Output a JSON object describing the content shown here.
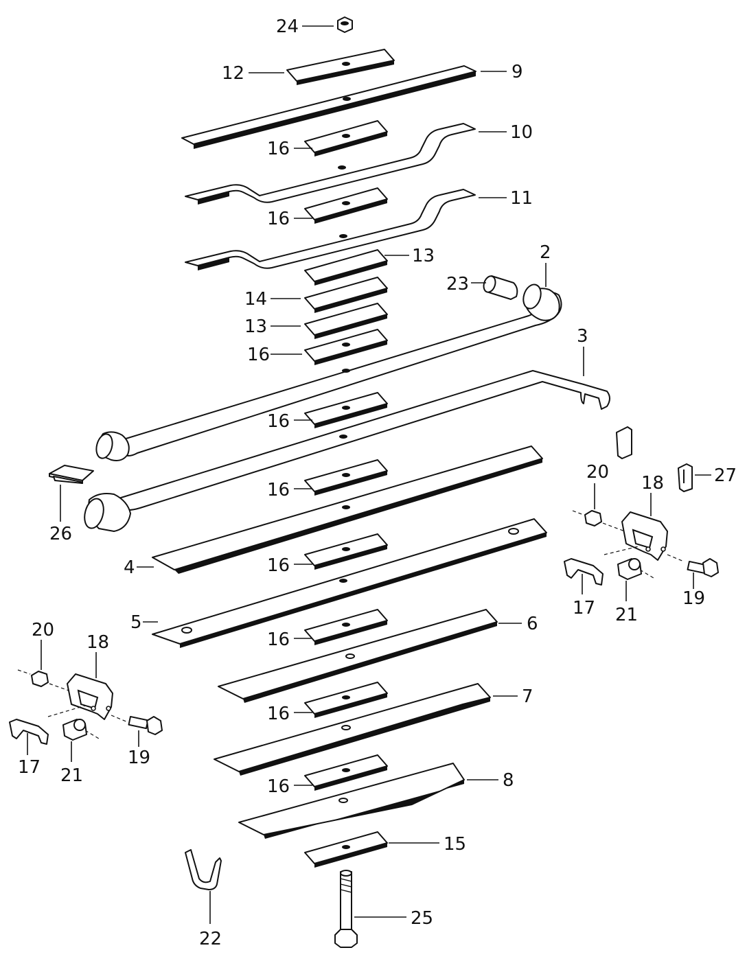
{
  "diagram": {
    "callouts": {
      "c24": "24",
      "c12": "12",
      "c9": "9",
      "c10": "10",
      "c16a": "16",
      "c11": "11",
      "c16b": "16",
      "c13a": "13",
      "c14": "14",
      "c13b": "13",
      "c16c": "16",
      "c23": "23",
      "c2": "2",
      "c3": "3",
      "c16d": "16",
      "c26": "26",
      "c16e": "16",
      "c4": "4",
      "c16f": "16",
      "c5": "5",
      "c16g": "16",
      "c6": "6",
      "c16h": "16",
      "c7": "7",
      "c16i": "16",
      "c8": "8",
      "c15": "15",
      "c25": "25",
      "c22": "22",
      "c20r": "20",
      "c18r": "18",
      "c27": "27",
      "c17r": "17",
      "c21r": "21",
      "c19r": "19",
      "c20l": "20",
      "c18l": "18",
      "c17l": "17",
      "c21l": "21",
      "c19l": "19"
    }
  }
}
